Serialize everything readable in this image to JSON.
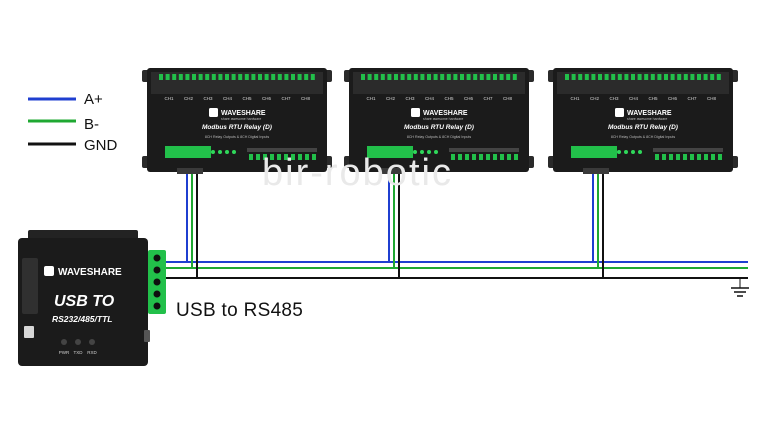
{
  "legend": [
    {
      "label": "A+",
      "color": "#1f3fd0"
    },
    {
      "label": "B-",
      "color": "#1fa832"
    },
    {
      "label": "GND",
      "color": "#111111"
    }
  ],
  "caption": "USB to RS485",
  "watermark": "bir-robotic",
  "relay_modules": [
    {
      "brand": "WAVESHARE",
      "tagline": "share awesome hardware",
      "model": "Modbus RTU Relay (D)",
      "subtitle": "8CH Relay Outputs & 8CH Digital Inputs",
      "channels": [
        "CH1",
        "CH2",
        "CH3",
        "CH4",
        "CH5",
        "CH6",
        "CH7",
        "CH8"
      ]
    },
    {
      "brand": "WAVESHARE",
      "tagline": "share awesome hardware",
      "model": "Modbus RTU Relay (D)",
      "subtitle": "8CH Relay Outputs & 8CH Digital Inputs",
      "channels": [
        "CH1",
        "CH2",
        "CH3",
        "CH4",
        "CH5",
        "CH6",
        "CH7",
        "CH8"
      ]
    },
    {
      "brand": "WAVESHARE",
      "tagline": "share awesome hardware",
      "model": "Modbus RTU Relay (D)",
      "subtitle": "8CH Relay Outputs & 8CH Digital Inputs",
      "channels": [
        "CH1",
        "CH2",
        "CH3",
        "CH4",
        "CH5",
        "CH6",
        "CH7",
        "CH8"
      ]
    }
  ],
  "converter": {
    "brand": "WAVESHARE",
    "title": "USB TO",
    "subtitle": "RS232/485/TTL",
    "leds": [
      "PWR",
      "TXD",
      "RXD"
    ]
  },
  "colors": {
    "a_plus": "#1f3fd0",
    "b_minus": "#1fa832",
    "gnd": "#111111",
    "terminal": "#22c04a",
    "case": "#1b1b1b"
  }
}
